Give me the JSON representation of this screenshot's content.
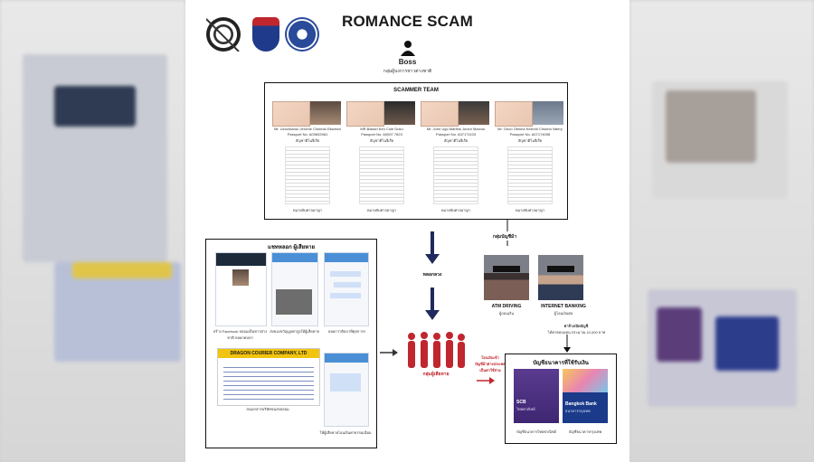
{
  "title": "ROMANCE SCAM",
  "boss": {
    "label": "Boss",
    "subtitle": "กลุ่มผู้บงการชาวต่างชาติ"
  },
  "scammer_team": {
    "title": "SCAMMER TEAM",
    "members": [
      {
        "name": "Mr. Uzochukwu Jerome Chinedu Ekwenzi",
        "passport": "Passport No. A09832981",
        "status": "สัญชาติไนจีเรีย",
        "doc_ref": "หมายจับศาลอาญา"
      },
      {
        "name": "MR.Bassel Ken Cole Duku",
        "passport": "Passport No. A0007 7823",
        "status": "สัญชาติไนจีเรีย",
        "doc_ref": "หมายจับศาลอาญา"
      },
      {
        "name": "Mr. John Ugo Martins Junior Marcus",
        "passport": "Passport No. A07171103",
        "status": "สัญชาติไนจีเรีย",
        "doc_ref": "หมายจับศาลอาญา"
      },
      {
        "name": "Mr. Onoo Obinna Kelechi Chioma Valery",
        "passport": "Passport No. A07174098",
        "status": "สัญชาติไนจีเรีย",
        "doc_ref": "หมายจับศาลอาญา"
      }
    ]
  },
  "social_box": {
    "title": "แชทหลอก ผู้เสียหาย",
    "captions": [
      "สร้าง Facebook ปลอมเป็นชาวต่างชาติ หลอกคบหา",
      "ส่งของขวัญมูลค่าสูงให้ผู้เสียหาย",
      "หลอกว่าติดภาษีศุลกากร",
      "ส่งเอกสารบริษัทขนส่งปลอม",
      "ให้ผู้เสียหายโอนเงินค่าธรรมเนียม"
    ],
    "courier": "DRAGON COURIER COMPANY, LTD"
  },
  "middle": {
    "arrow_label": "หลอกลวง",
    "group_label": "กลุ่มผู้เสียหาย"
  },
  "mule_box": {
    "title": "กลุ่มบัญชีม้า",
    "left_label": "ATM DRIVING",
    "left_sub": "ผู้ถอนเงิน",
    "right_label": "INTERNET BANKING",
    "right_sub": "ผู้โอนเงินต่อ",
    "rate": "ค่าจ้างเปิดบัญชี",
    "amount": "ได้ค่าตอบแทน ประมาณ 10,000 บาท"
  },
  "victims_red_text": [
    "โอนเงินเข้า",
    "บัญชีม้าต่างประเทศ",
    "เป็นค่าใช้จ่าย"
  ],
  "bank_box": {
    "title": "บัญชีธนาคารที่ใช้รับเงิน",
    "banks": [
      {
        "name": "SCB",
        "sub": "ไทยพาณิชย์",
        "caption": "บัญชีธนาคารไทยพาณิชย์"
      },
      {
        "name": "Bangkok Bank",
        "sub": "ธนาคารกรุงเทพ",
        "caption": "บัญชีธนาคารกรุงเทพ"
      }
    ]
  },
  "colors": {
    "navy": "#1f2a5c",
    "red": "#c0262e",
    "scb": "#4b2a8a",
    "bbl": "#1b3a8a"
  }
}
